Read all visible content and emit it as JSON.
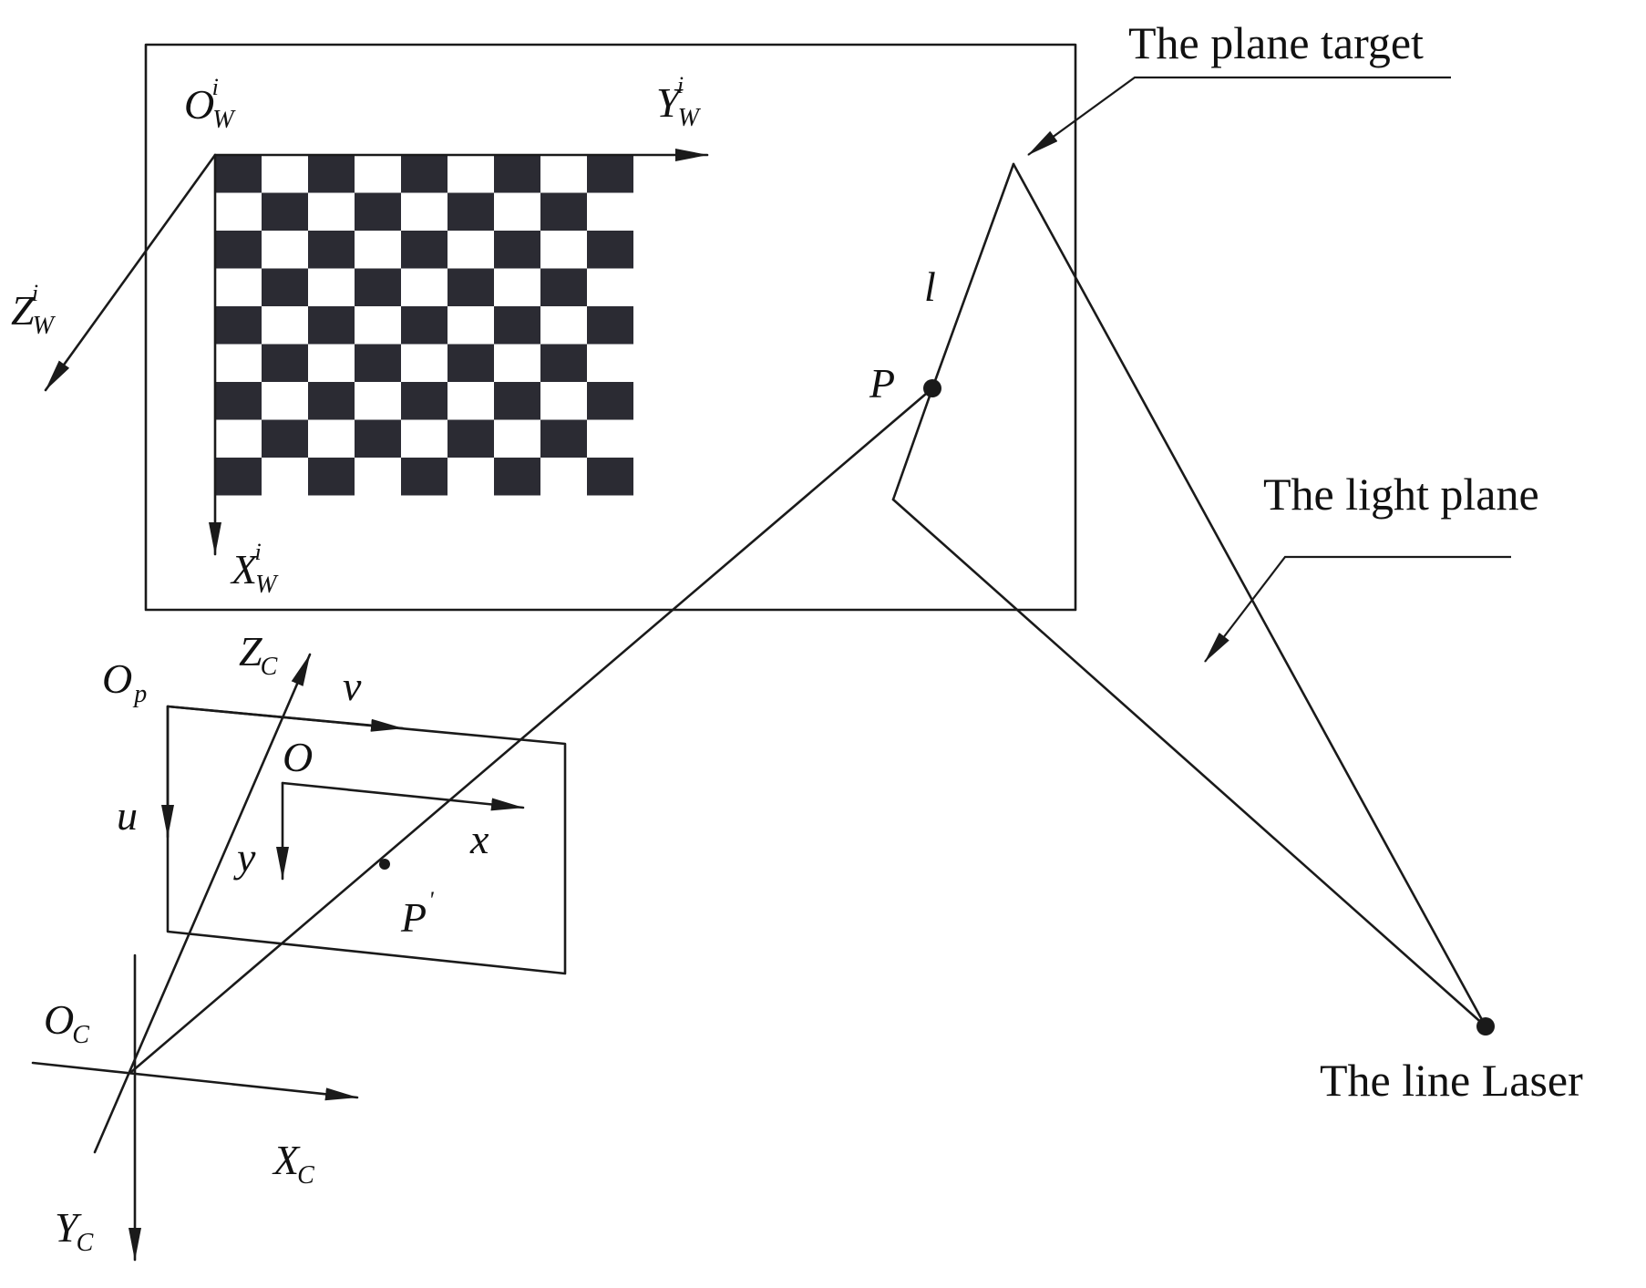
{
  "labels": {
    "plane_target": "The plane target",
    "light_plane": "The light plane",
    "line_laser": "The line Laser"
  },
  "world_axes": {
    "origin": {
      "main": "O",
      "sub": "W",
      "sup": "i"
    },
    "y": {
      "main": "Y",
      "sub": "W",
      "sup": "i"
    },
    "z": {
      "main": "Z",
      "sub": "W",
      "sup": "i"
    },
    "x": {
      "main": "X",
      "sub": "W",
      "sup": "i"
    }
  },
  "camera_axes": {
    "zc": {
      "main": "Z",
      "sub": "C"
    },
    "xc": {
      "main": "X",
      "sub": "C"
    },
    "yc": {
      "main": "Y",
      "sub": "C"
    },
    "oc": {
      "main": "O",
      "sub": "C"
    }
  },
  "image_plane": {
    "op": {
      "main": "O",
      "sub": "p"
    },
    "v": "v",
    "u": "u",
    "o": "O",
    "x": "x",
    "y": "y",
    "p_prime": {
      "main": "P",
      "sup": "'"
    }
  },
  "points": {
    "p": "P",
    "l": "l"
  },
  "checkerboard": {
    "rows": 9,
    "cols": 9
  },
  "colors": {
    "ink": "#1a1a1a",
    "square": "#2b2b33"
  }
}
